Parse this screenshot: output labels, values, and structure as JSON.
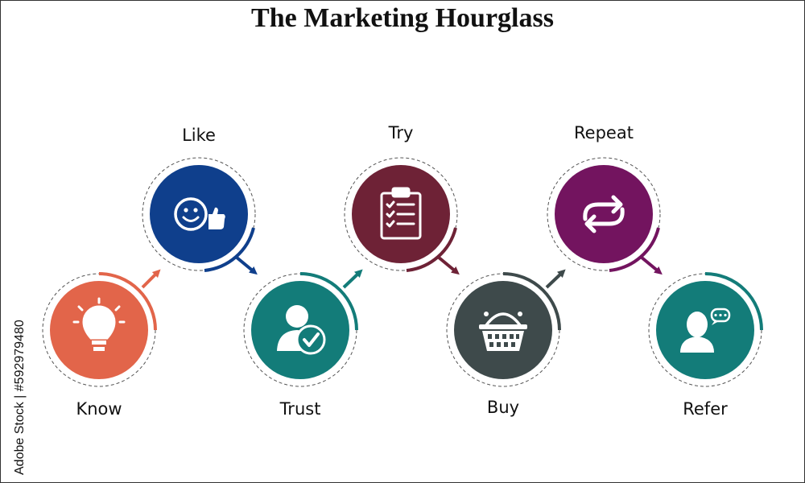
{
  "title": "The Marketing Hourglass",
  "watermark": "Adobe Stock | #592979480",
  "steps": [
    {
      "label": "Know",
      "color": "#E2654A",
      "icon": "lightbulb-icon"
    },
    {
      "label": "Like",
      "color": "#0F3F8C",
      "icon": "thumbs-up-smiley-icon"
    },
    {
      "label": "Trust",
      "color": "#137C79",
      "icon": "user-check-icon"
    },
    {
      "label": "Try",
      "color": "#6E2236",
      "icon": "clipboard-checklist-icon"
    },
    {
      "label": "Buy",
      "color": "#3E4A4B",
      "icon": "shopping-basket-icon"
    },
    {
      "label": "Repeat",
      "color": "#73145F",
      "icon": "repeat-arrows-icon"
    },
    {
      "label": "Refer",
      "color": "#137C79",
      "icon": "user-chat-icon"
    }
  ]
}
